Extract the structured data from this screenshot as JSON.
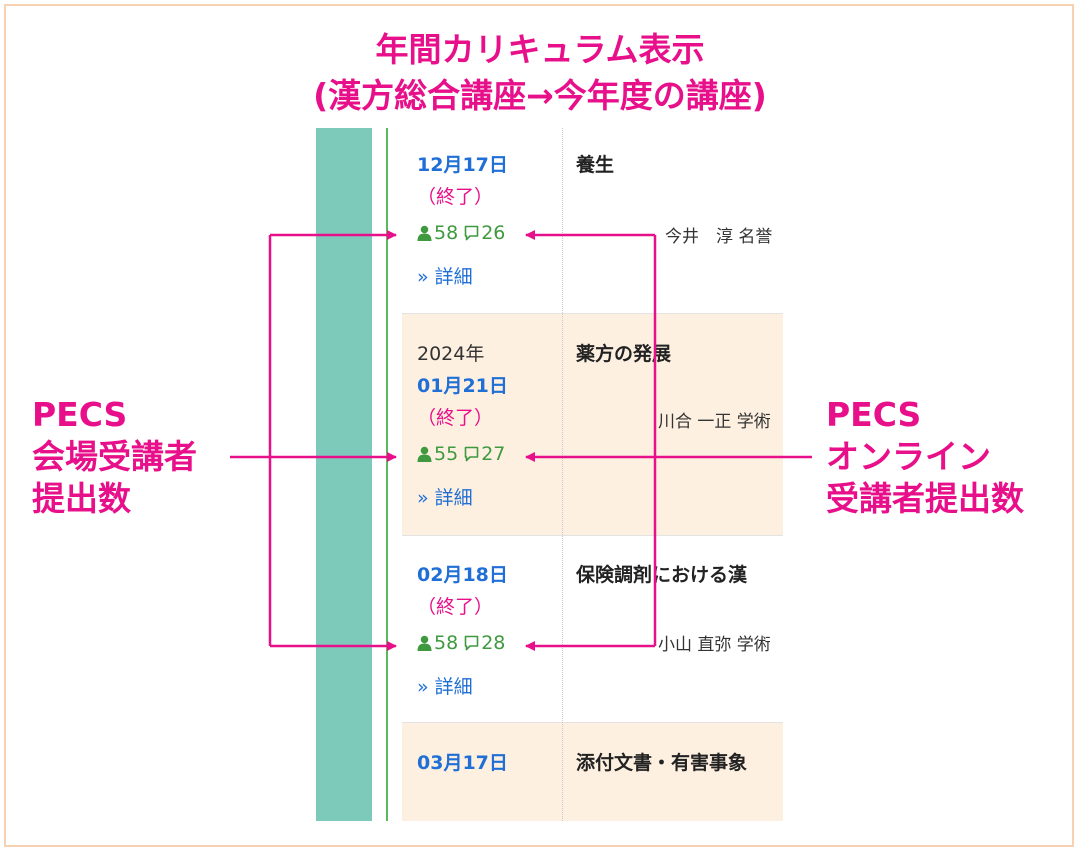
{
  "heading": {
    "line1": "年間カリキュラム表示",
    "line2": "(漢方総合講座→今年度の講座)"
  },
  "lectures": [
    {
      "year": "",
      "date": "12月17日",
      "status": "（終了）",
      "venue_count": "58",
      "online_count": "26",
      "detail": "» 詳細",
      "title": "養生",
      "lecturer": "今井　淳 名誉"
    },
    {
      "year": "2024年",
      "date": "01月21日",
      "status": "（終了）",
      "venue_count": "55",
      "online_count": "27",
      "detail": "» 詳細",
      "title": "薬方の発展",
      "lecturer": "川合 一正 学術"
    },
    {
      "year": "",
      "date": "02月18日",
      "status": "（終了）",
      "venue_count": "58",
      "online_count": "28",
      "detail": "» 詳細",
      "title": "保険調剤における漢",
      "lecturer": "小山 直弥 学術"
    },
    {
      "year": "",
      "date": "03月17日",
      "status": "",
      "venue_count": "",
      "online_count": "",
      "detail": "",
      "title": "添付文書・有害事象",
      "lecturer": ""
    }
  ],
  "callouts": {
    "left": [
      "PECS",
      "会場受講者",
      "提出数"
    ],
    "right": [
      "PECS",
      "オンライン",
      "受講者提出数"
    ]
  },
  "icons": {
    "venue": "person-icon",
    "online": "comment-icon"
  },
  "colors": {
    "accent": "#e8108a",
    "date": "#1f6fd6",
    "count": "#3f9a3f",
    "row_alt": "#fdf0e1",
    "sidebar": "#7dcabb"
  }
}
